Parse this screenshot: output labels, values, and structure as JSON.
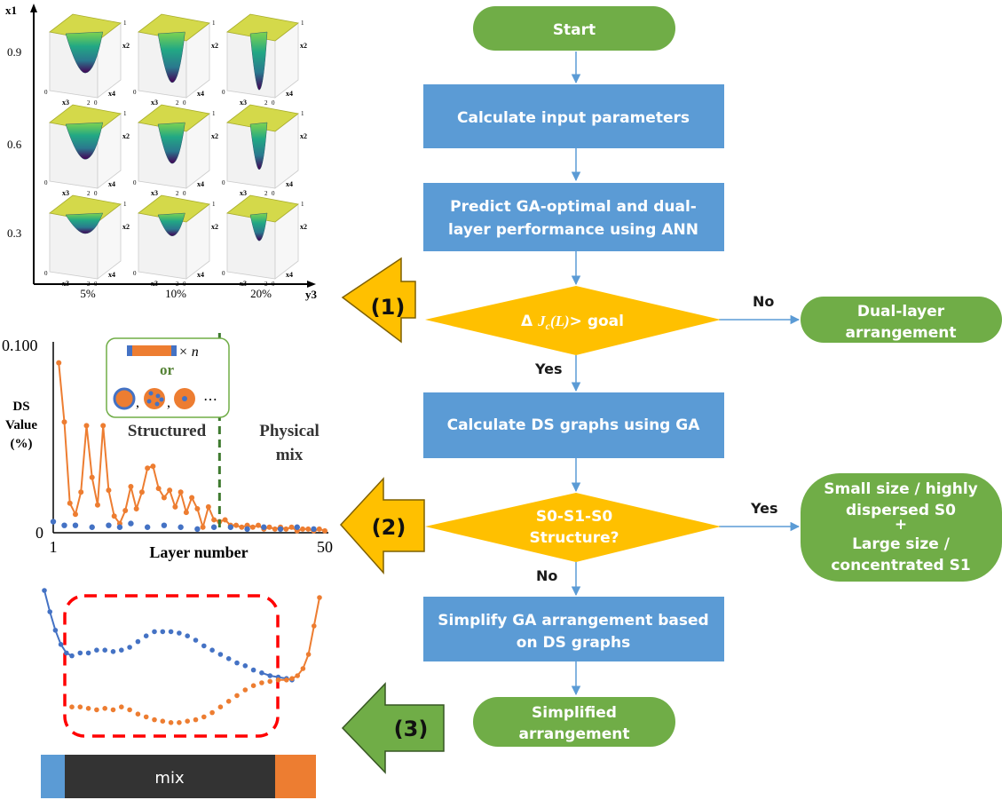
{
  "flowchart": {
    "start": "Start",
    "step_calc_input": "Calculate input parameters",
    "step_predict_line1": "Predict GA-optimal and dual-",
    "step_predict_line2": "layer performance using ANN",
    "decision1_text": "Δ J_c(L)> goal",
    "decision1_delta": "Δ",
    "decision1_j": "J",
    "decision1_sub": "c",
    "decision1_arg": "(L)",
    "decision1_rest": "> goal",
    "decision1_no": "No",
    "decision1_yes": "Yes",
    "dual_layer_line1": "Dual-layer",
    "dual_layer_line2": "arrangement",
    "step_ds_graphs": "Calculate DS graphs using GA",
    "decision2_line1": "S0-S1-S0",
    "decision2_line2": "Structure?",
    "decision2_yes": "Yes",
    "decision2_no": "No",
    "result_small_line1": "Small size / highly",
    "result_small_line2": "dispersed S0",
    "result_plus": "+",
    "result_large_line1": "Large size /",
    "result_large_line2": "concentrated S1",
    "step_simplify_line1": "Simplify GA arrangement based",
    "step_simplify_line2": "on DS graphs",
    "simplified_line1": "Simplified",
    "simplified_line2": "arrangement"
  },
  "big_arrows": {
    "a1": "(1)",
    "a2": "(2)",
    "a3": "(3)"
  },
  "colors": {
    "green": "#70ad47",
    "blue": "#5b9bd5",
    "yellow": "#ffc000",
    "dark_bar": "#333333",
    "orange": "#ed7d31",
    "dashed_green": "#3e7a2f",
    "dashed_red": "#ff0000"
  },
  "surface_grid": {
    "y_axis_label": "x1",
    "x_axis_label": "y3",
    "y_ticks": [
      "0.9",
      "0.6",
      "0.3"
    ],
    "x_ticks": [
      "5%",
      "10%",
      "20%"
    ],
    "cell_labels": {
      "x2": "x2",
      "x3": "x3",
      "x4": "x4",
      "one": "1",
      "zero": "0",
      "two": "2"
    }
  },
  "chart_data": [
    {
      "type": "scatter",
      "xlabel": "Layer number",
      "ylabel_line1": "DS",
      "ylabel_line2": "Value",
      "ylabel_line3": "(%)",
      "ytick_top": "0.100",
      "ytick_bottom": "0",
      "xtick_left": "1",
      "xtick_right": "50",
      "xlim": [
        1,
        50
      ],
      "ylim": [
        0,
        0.1
      ],
      "annotations": {
        "structured": "Structured",
        "physical_mix_line1": "Physical",
        "physical_mix_line2": "mix",
        "legend_or": "or",
        "legend_times_n": "× n",
        "legend_commas": ",",
        "legend_ellipsis": "⋯"
      },
      "divider_x": 31,
      "series": [
        {
          "values_x": [
            2,
            3,
            4,
            5,
            6,
            7,
            8,
            9,
            10,
            11,
            12,
            13,
            14,
            15,
            16,
            17,
            18,
            19,
            20,
            21,
            22,
            23,
            24,
            25,
            26,
            27,
            28,
            29,
            30,
            31,
            32,
            33,
            34,
            35,
            36,
            37,
            38,
            39,
            40,
            41,
            42,
            43,
            44,
            45,
            46,
            47,
            48,
            49,
            50
          ],
          "values_y": [
            0.092,
            0.06,
            0.016,
            0.01,
            0.022,
            0.058,
            0.03,
            0.015,
            0.058,
            0.023,
            0.009,
            0.005,
            0.012,
            0.025,
            0.013,
            0.022,
            0.035,
            0.036,
            0.024,
            0.019,
            0.023,
            0.014,
            0.022,
            0.011,
            0.019,
            0.013,
            0.003,
            0.014,
            0.007,
            0.006,
            0.007,
            0.004,
            0.004,
            0.003,
            0.004,
            0.003,
            0.004,
            0.002,
            0.003,
            0.002,
            0.003,
            0.002,
            0.003,
            0.001,
            0.002,
            0.002,
            0.001,
            0.002,
            0.001
          ]
        },
        {
          "values_x": [
            1,
            3,
            5,
            8,
            11,
            13,
            15,
            18,
            21,
            24,
            27,
            30,
            33,
            36,
            39,
            42,
            45,
            48
          ],
          "values_y": [
            0.006,
            0.004,
            0.004,
            0.003,
            0.004,
            0.003,
            0.005,
            0.003,
            0.004,
            0.003,
            0.002,
            0.003,
            0.003,
            0.002,
            0.003,
            0.002,
            0.003,
            0.002
          ]
        }
      ]
    },
    {
      "type": "line",
      "bar_label": "mix",
      "series": [
        {
          "values_x": [
            0,
            0.02,
            0.04,
            0.06,
            0.08,
            0.1,
            0.13,
            0.16,
            0.19,
            0.22,
            0.25,
            0.28,
            0.31,
            0.34,
            0.37,
            0.4,
            0.43,
            0.46,
            0.49,
            0.52,
            0.55,
            0.58,
            0.61,
            0.64,
            0.67,
            0.7,
            0.73,
            0.76,
            0.79,
            0.82,
            0.85,
            0.88,
            0.9
          ],
          "values_y": [
            1.0,
            0.85,
            0.72,
            0.62,
            0.56,
            0.54,
            0.56,
            0.56,
            0.58,
            0.58,
            0.57,
            0.58,
            0.6,
            0.64,
            0.68,
            0.71,
            0.71,
            0.71,
            0.7,
            0.68,
            0.65,
            0.61,
            0.58,
            0.55,
            0.52,
            0.49,
            0.47,
            0.44,
            0.42,
            0.4,
            0.39,
            0.38,
            0.37
          ]
        },
        {
          "values_x": [
            0.1,
            0.13,
            0.16,
            0.19,
            0.22,
            0.25,
            0.28,
            0.31,
            0.34,
            0.37,
            0.4,
            0.43,
            0.46,
            0.49,
            0.52,
            0.55,
            0.58,
            0.61,
            0.64,
            0.67,
            0.7,
            0.73,
            0.76,
            0.79,
            0.82,
            0.85,
            0.88,
            0.9,
            0.92,
            0.94,
            0.96,
            0.98,
            1.0
          ],
          "values_y": [
            0.18,
            0.18,
            0.17,
            0.16,
            0.17,
            0.16,
            0.18,
            0.16,
            0.13,
            0.11,
            0.09,
            0.08,
            0.07,
            0.07,
            0.08,
            0.09,
            0.11,
            0.14,
            0.18,
            0.22,
            0.26,
            0.3,
            0.33,
            0.35,
            0.36,
            0.37,
            0.37,
            0.38,
            0.4,
            0.45,
            0.55,
            0.75,
            0.95
          ]
        }
      ]
    }
  ]
}
